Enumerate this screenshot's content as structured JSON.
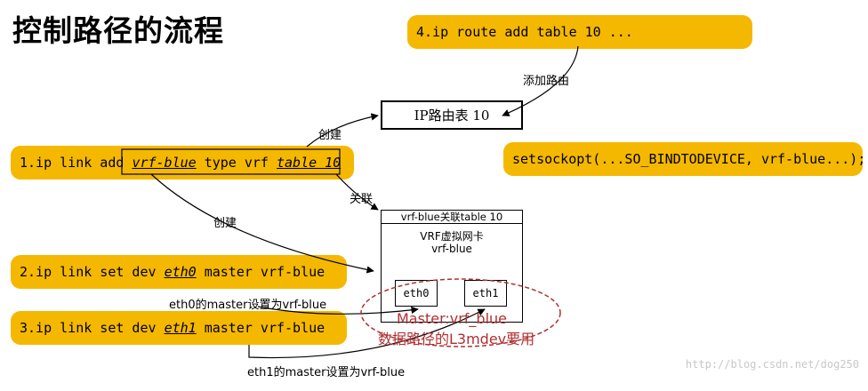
{
  "title": "控制路径的流程",
  "step4": "4.ip route add table 10 ...",
  "step1": {
    "prefix": "1.ip link add ",
    "vrf": "vrf-blue",
    "mid": " type vrf ",
    "table": "table 10"
  },
  "step2": {
    "prefix": "2.ip link set dev ",
    "dev": "eth0",
    "suffix": " master vrf-blue"
  },
  "step3": {
    "prefix": "3.ip link set dev ",
    "dev": "eth1",
    "suffix": " master vrf-blue"
  },
  "setsockopt": "setsockopt(...SO_BINDTODEVICE, vrf-blue...);",
  "ip_table": "IP路由表 10",
  "vrf_box": {
    "header": "vrf-blue关联table 10",
    "line1": "VRF虚拟网卡",
    "line2": "vrf-blue"
  },
  "eth0": "eth0",
  "eth1": "eth1",
  "labels": {
    "add_route": "添加路由",
    "create_top": "创建",
    "assoc": "关联",
    "create_mid": "创建",
    "eth0_master": "eth0的master设置为vrf-blue",
    "eth1_master": "eth1的master设置为vrf-blue"
  },
  "ellipse": {
    "line1": "Master:vrf_blue",
    "line2": "数据路径的L3mdev要用"
  },
  "watermark": "http://blog.csdn.net/dog250",
  "colors": {
    "pill": "#f5b800",
    "ellipse": "#b03030"
  }
}
